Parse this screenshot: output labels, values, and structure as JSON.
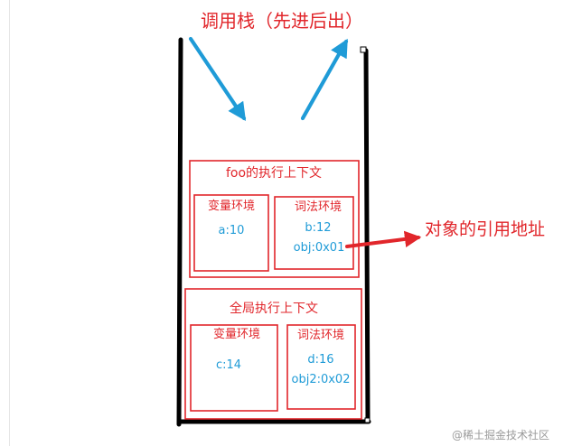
{
  "title": "调用栈（先进后出）",
  "annotation": "对象的引用地址",
  "foo_context": {
    "title": "foo的执行上下文",
    "variable_env": {
      "label": "变量环境",
      "items": [
        "a:10"
      ]
    },
    "lexical_env": {
      "label": "词法环境",
      "items": [
        "b:12",
        "obj:0x01"
      ]
    }
  },
  "global_context": {
    "title": "全局执行上下文",
    "variable_env": {
      "label": "变量环境",
      "items": [
        "c:14"
      ]
    },
    "lexical_env": {
      "label": "词法环境",
      "items": [
        "d:16",
        "obj2:0x02"
      ]
    }
  },
  "watermark": "@稀土掘金技术社区",
  "colors": {
    "red": "#e1262b",
    "blue": "#1f9bd7",
    "black": "#000000",
    "gray": "#9a9a9a"
  }
}
